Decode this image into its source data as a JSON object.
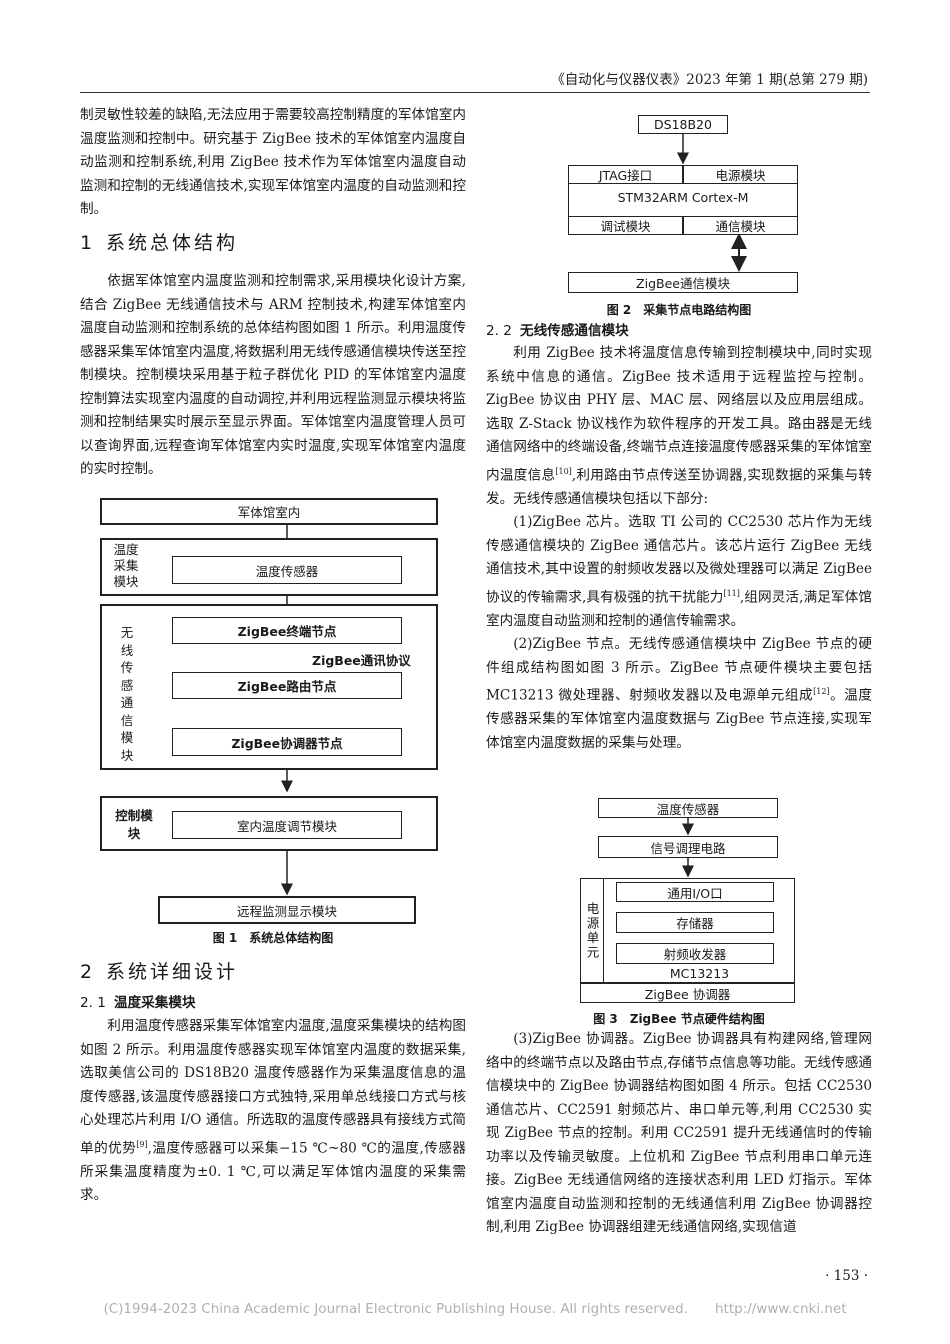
{
  "header": {
    "journal": "《自动化与仪器仪表》2023 年第 1 期(总第 279 期)"
  },
  "left": {
    "intro": "制灵敏性较差的缺陷,无法应用于需要较高控制精度的军体馆室内温度监测和控制中。研究基于 ZigBee 技术的军体馆室内温度自动监测和控制系统,利用 ZigBee 技术作为军体馆室内温度自动监测和控制的无线通信技术,实现军体馆室内温度的自动监测和控制。",
    "s1_num": "1",
    "s1_title": "系统总体结构",
    "s1_para": "依据军体馆室内温度监测和控制需求,采用模块化设计方案,结合 ZigBee 无线通信技术与 ARM 控制技术,构建军体馆室内温度自动监测和控制系统的总体结构图如图 1 所示。利用温度传感器采集军体馆室内温度,将数据利用无线传感通信模块传送至控制模块。控制模块采用基于粒子群优化 PID 的军体馆室内温度控制算法实现室内温度的自动调控,并利用远程监测显示模块将监测和控制结果实时展示至显示界面。军体馆室内温度管理人员可以查询界面,远程查询军体馆室内实时温度,实现军体馆室内温度的实时控制。",
    "fig1": {
      "top": "军体馆室内",
      "grp1": "温度采集模块",
      "sensor": "温度传感器",
      "grp2": "无线传感通信模块",
      "end_node": "ZigBee终端节点",
      "protocol": "ZigBee通讯协议",
      "router": "ZigBee路由节点",
      "coord": "ZigBee协调器节点",
      "grp3": "控制模块",
      "regulate": "室内温度调节模块",
      "remote": "远程监测显示模块",
      "caption": "图 1　系统总体结构图"
    },
    "s2_num": "2",
    "s2_title": "系统详细设计",
    "s21_num": "2. 1",
    "s21_title": "温度采集模块",
    "s21_para_a": "利用温度传感器采集军体馆室内温度,温度采集模块的结构图如图 2 所示。利用温度传感器实现军体馆室内温度的数据采集,选取美信公司的 DS18B20 温度传感器作为采集温度信息的温度传感器,该温度传感器接口方式独特,采用单总线接口方式与核心处理芯片利用 I/O 通信。所选取的温度传感器具有接线方式简单的优势",
    "s21_ref": "[9]",
    "s21_para_b": ",温度传感器可以采集−15 ℃~80 ℃的温度,传感器所采集温度精度为±0. 1 ℃,可以满足军体馆内温度的采集需求。"
  },
  "right": {
    "fig2": {
      "ds": "DS18B20",
      "jtag": "JTAG接口",
      "power": "电源模块",
      "cpu": "STM32ARM Cortex-M",
      "debug": "调试模块",
      "comm": "通信模块",
      "zb": "ZigBee通信模块",
      "caption": "图 2　采集节点电路结构图"
    },
    "s22_num": "2. 2",
    "s22_title": "无线传感通信模块",
    "s22_para_a": "利用 ZigBee 技术将温度信息传输到控制模块中,同时实现系统中信息的通信。ZigBee 技术适用于远程监控与控制。ZigBee 协议由 PHY 层、MAC 层、网络层以及应用层组成。选取 Z-Stack 协议栈作为软件程序的开发工具。路由器是无线通信网络中的终端设备,终端节点连接温度传感器采集的军体馆室内温度信息",
    "s22_ref": "[10]",
    "s22_para_b": ",利用路由节点传送至协调器,实现数据的采集与转发。无线传感通信模块包括以下部分:",
    "item1_a": "(1)ZigBee 芯片。选取 TI 公司的 CC2530 芯片作为无线传感通信模块的 ZigBee 通信芯片。该芯片运行 ZigBee 无线通信技术,其中设置的射频收发器以及微处理器可以满足 ZigBee 协议的传输需求,具有极强的抗干扰能力",
    "item1_ref": "[11]",
    "item1_b": ",组网灵活,满足军体馆室内温度自动监测和控制的通信传输需求。",
    "item2_a": "(2)ZigBee 节点。无线传感通信模块中 ZigBee 节点的硬件组成结构图如图 3 所示。ZigBee 节点硬件模块主要包括 MC13213 微处理器、射频收发器以及电源单元组成",
    "item2_ref": "[12]",
    "item2_b": "。温度传感器采集的军体馆室内温度数据与 ZigBee 节点连接,实现军体馆室内温度数据的采集与处理。",
    "fig3": {
      "sensor": "温度传感器",
      "cond": "信号调理电路",
      "power_unit": "电源单元",
      "io": "通用I/O口",
      "mem": "存储器",
      "rf": "射频收发器",
      "mcu": "MC13213",
      "coord": "ZigBee 协调器",
      "caption": "图 3　ZigBee 节点硬件结构图"
    },
    "item3": "(3)ZigBee 协调器。ZigBee 协调器具有构建网络,管理网络中的终端节点以及路由节点,存储节点信息等功能。无线传感通信模块中的 ZigBee 协调器结构图如图 4 所示。包括 CC2530 通信芯片、CC2591 射频芯片、串口单元等,利用 CC2530 实现 ZigBee 节点的控制。利用 CC2591 提升无线通信时的传输功率以及传输灵敏度。上位机和 ZigBee 节点利用串口单元连接。ZigBee 无线通信网络的连接状态利用 LED 灯指示。军体馆室内温度自动监测和控制的无线通信利用 ZigBee 协调器控制,利用 ZigBee 协调器组建无线通信网络,实现信道"
  },
  "footer": {
    "page": "· 153 ·",
    "copyright": "(C)1994-2023 China Academic Journal Electronic Publishing House. All rights reserved.　　http://www.cnki.net"
  }
}
